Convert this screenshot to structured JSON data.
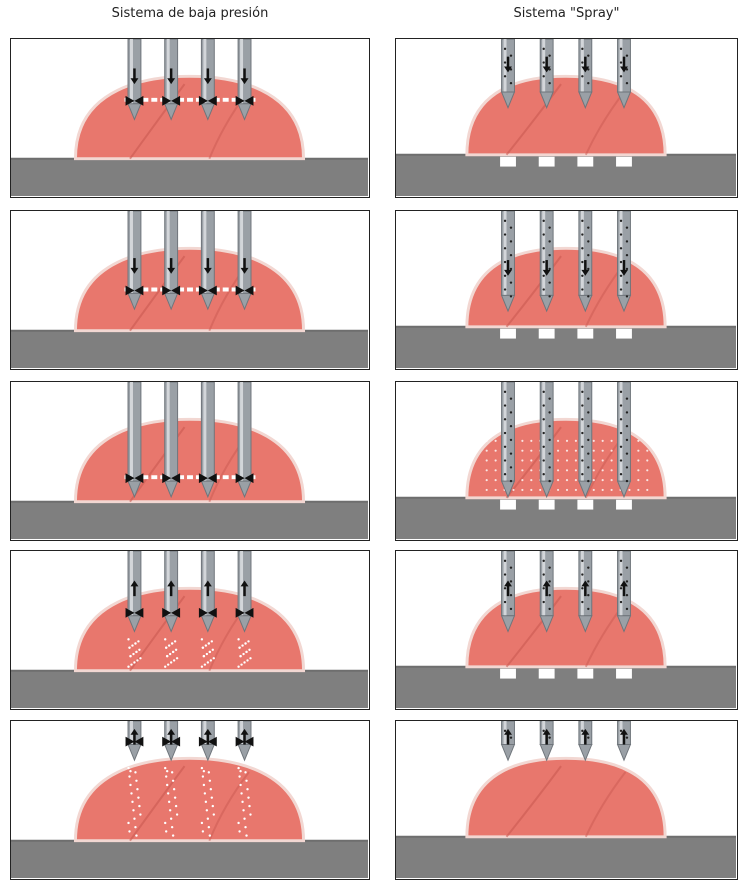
{
  "columns": [
    {
      "title": "Sistema de baja presión",
      "system": "low-pressure"
    },
    {
      "title": "Sistema \"Spray\"",
      "system": "spray"
    }
  ],
  "panels": {
    "low-pressure": [
      {
        "step": 1,
        "needle_direction": "down",
        "depth": "entering",
        "marinade_spread": "line"
      },
      {
        "step": 2,
        "needle_direction": "down",
        "depth": "mid",
        "marinade_spread": "line"
      },
      {
        "step": 3,
        "needle_direction": "none",
        "depth": "bottom",
        "marinade_spread": "line"
      },
      {
        "step": 4,
        "needle_direction": "up",
        "depth": "withdrawing",
        "marinade_spread": "columns"
      },
      {
        "step": 5,
        "needle_direction": "up",
        "depth": "out",
        "marinade_spread": "columns"
      }
    ],
    "spray": [
      {
        "step": 1,
        "needle_direction": "down",
        "depth": "entering",
        "marinade_spread": "none"
      },
      {
        "step": 2,
        "needle_direction": "down",
        "depth": "mid",
        "marinade_spread": "none"
      },
      {
        "step": 3,
        "needle_direction": "none",
        "depth": "bottom",
        "marinade_spread": "full"
      },
      {
        "step": 4,
        "needle_direction": "up",
        "depth": "withdrawing",
        "marinade_spread": "none"
      },
      {
        "step": 5,
        "needle_direction": "up",
        "depth": "out",
        "marinade_spread": "none"
      }
    ]
  },
  "colors": {
    "meat": "#e8776d",
    "meat_dark": "#c95a52",
    "meat_edge": "#f2d7d2",
    "needle": "#9aa0a6",
    "needle_light": "#d3d6da",
    "table": "#7f7f7f",
    "table_top": "#8a8a8a",
    "arrow": "#111111",
    "marinade": "#ffffff"
  }
}
